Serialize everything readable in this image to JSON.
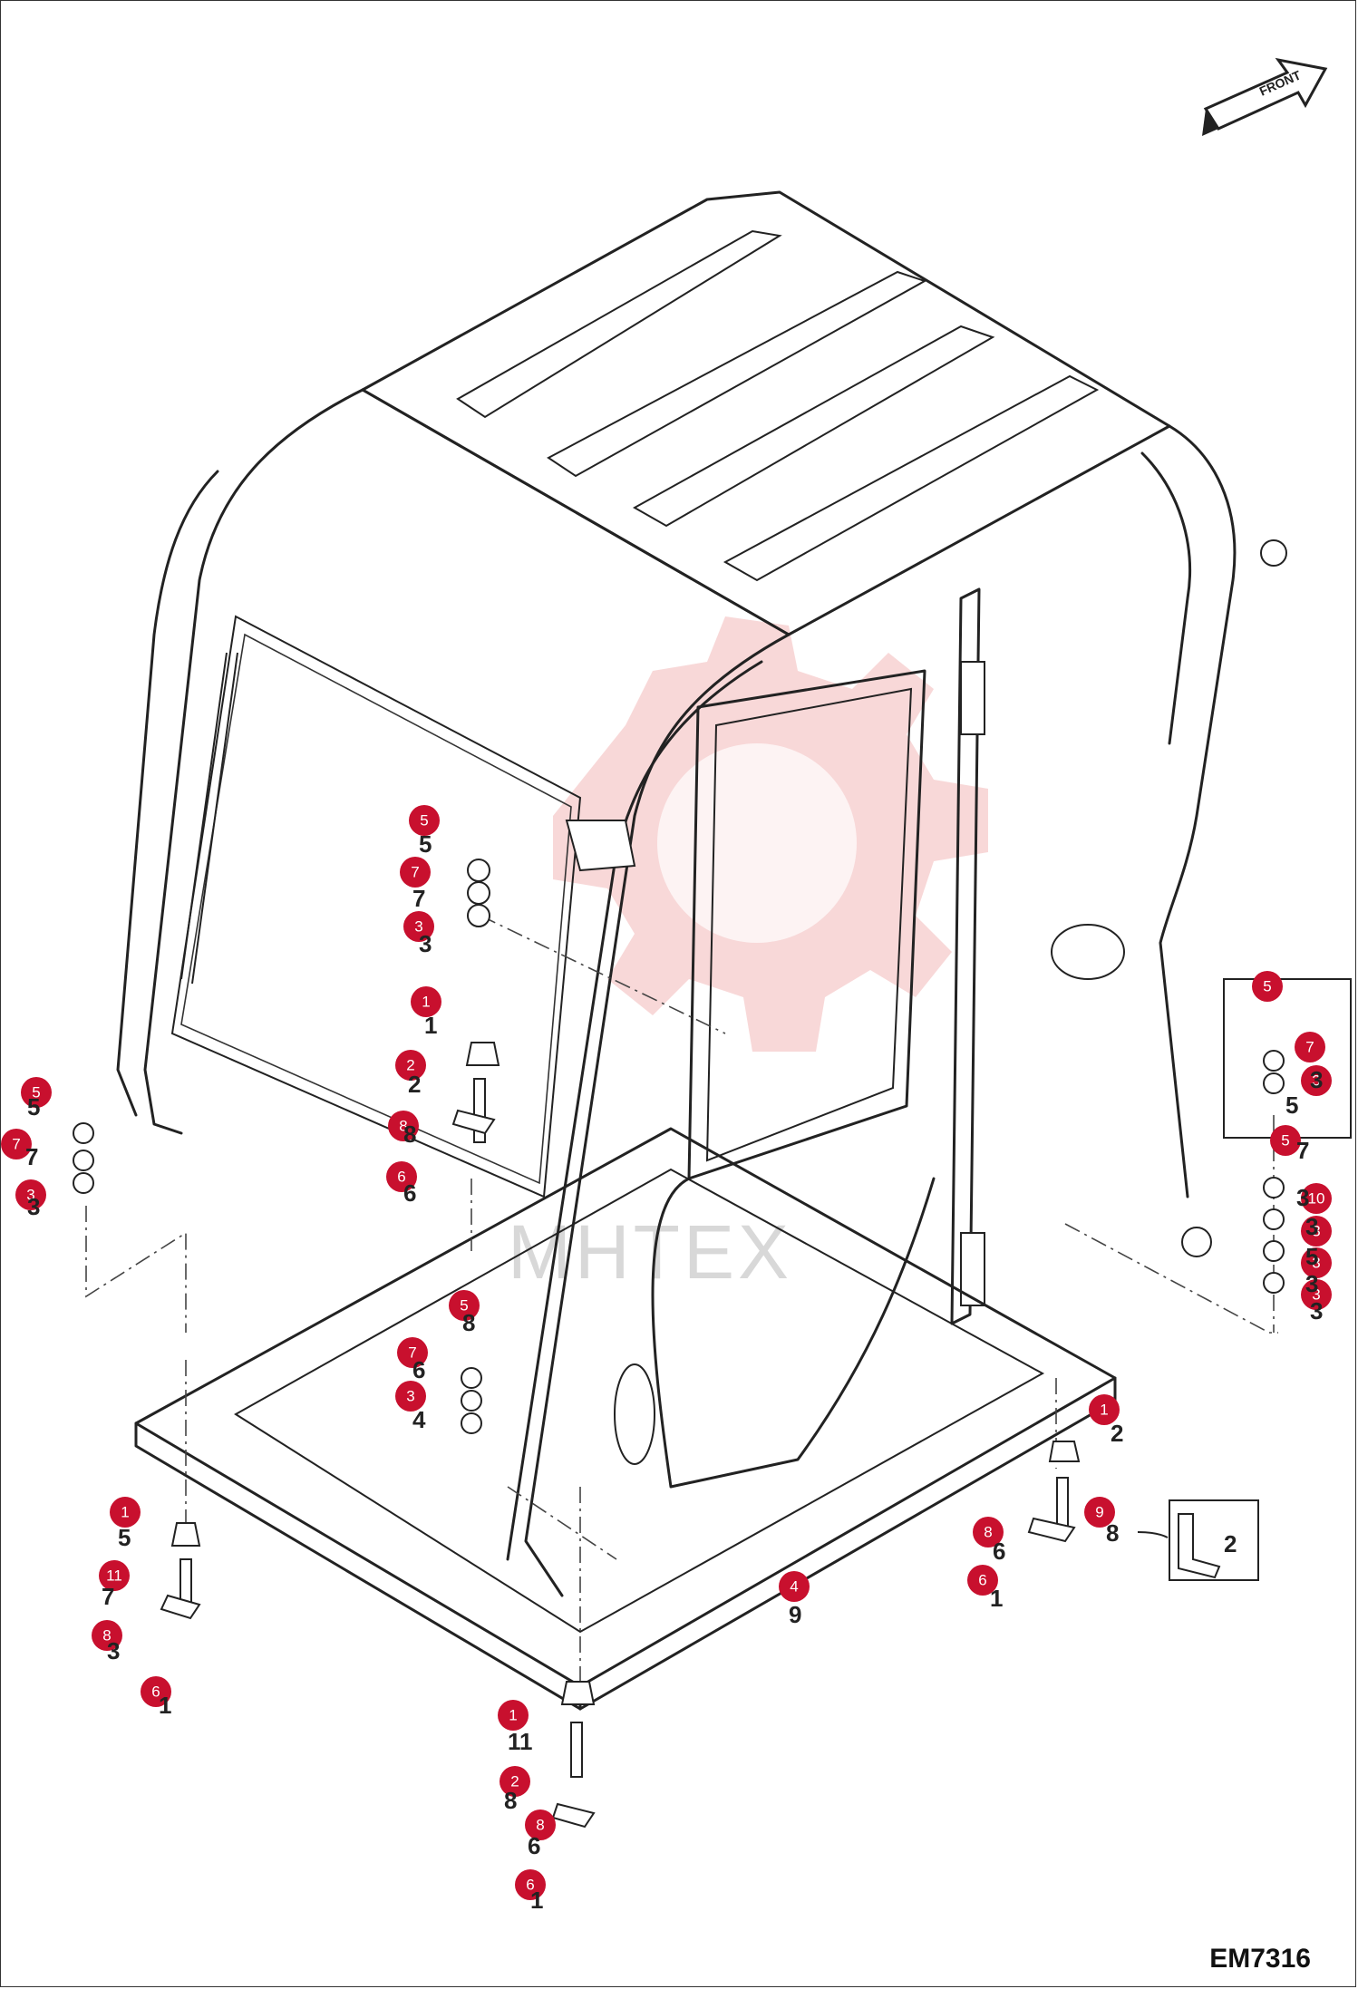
{
  "drawing_code": "EM7316",
  "front_arrow_label": "FRONT",
  "watermark_text": "MHTEX",
  "callout_color": "#c8102e",
  "callouts": [
    "5",
    "7",
    "3",
    "1",
    "2",
    "8",
    "6",
    "5",
    "7",
    "3",
    "5",
    "7",
    "3",
    "5",
    "7",
    "3",
    "5",
    "10",
    "3",
    "3",
    "3",
    "1",
    "9",
    "8",
    "6",
    "1",
    "11",
    "8",
    "6",
    "4",
    "1",
    "2",
    "8",
    "6"
  ],
  "part_labels": [
    "5",
    "7",
    "3",
    "1",
    "2",
    "8",
    "6",
    "5",
    "7",
    "3",
    "5",
    "7",
    "3",
    "1",
    "11",
    "8",
    "6",
    "1",
    "2",
    "8",
    "6",
    "1",
    "9",
    "8",
    "6",
    "4",
    "5",
    "7",
    "3",
    "3",
    "5",
    "3",
    "3",
    "3"
  ],
  "inset_label": "2"
}
